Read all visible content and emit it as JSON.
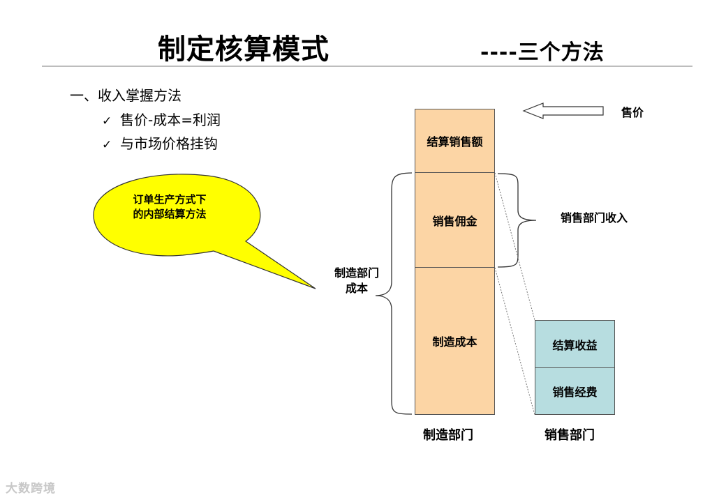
{
  "title": "制定核算模式",
  "subtitle": "----三个方法",
  "section": {
    "heading": "一、收入掌握方法",
    "bullets": [
      {
        "check": "✓",
        "text": "售价-成本=利润"
      },
      {
        "check": "✓",
        "text": "与市场价格挂钩"
      }
    ]
  },
  "callout": {
    "line1": "订单生产方式下",
    "line2": "的内部结算方法",
    "color": "#ffff00"
  },
  "diagram": {
    "manufacturing_column": {
      "blocks": [
        "结算销售额",
        "销售佣金",
        "制造成本"
      ],
      "label": "制造部门",
      "color": "#fcd5a5"
    },
    "sales_column": {
      "blocks": [
        "结算收益",
        "销售经费"
      ],
      "label": "销售部门",
      "color": "#b7dde0"
    },
    "price_label": "售价",
    "sales_income_label": "销售部门收入",
    "mfg_cost_label": {
      "line1": "制造部门",
      "line2": "成本"
    }
  },
  "logo": "大数跨境"
}
